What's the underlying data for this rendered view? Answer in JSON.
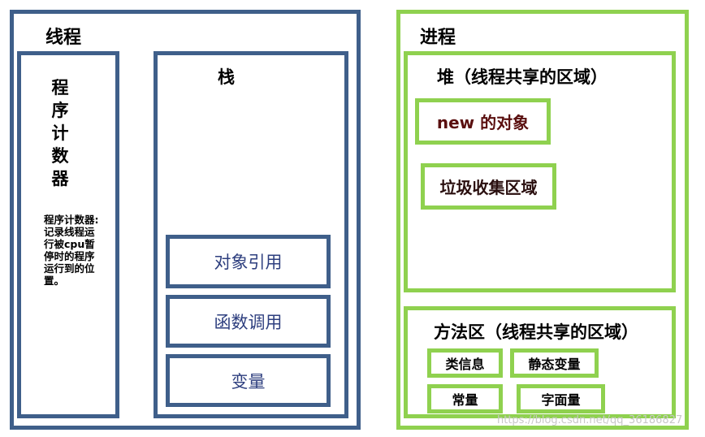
{
  "thread": {
    "title": "线程",
    "pc": {
      "label_chars": [
        "程",
        "序",
        "计",
        "数",
        "器"
      ],
      "note_lines": [
        "程序计数器:",
        "记录线程运",
        "行被cpu暂",
        "停时的程序",
        "运行到的位",
        "置。"
      ]
    },
    "stack": {
      "title": "栈",
      "items": [
        "对象引用",
        "函数调用",
        "变量"
      ]
    }
  },
  "process": {
    "title": "进程",
    "heap": {
      "title": "堆（线程共享的区域）",
      "new_objects": "new 的对象",
      "gc_area": "垃圾收集区域"
    },
    "method_area": {
      "title": "方法区（线程共享的区域）",
      "class_info": "类信息",
      "static_vars": "静态变量",
      "constants": "常量",
      "literals": "字面量"
    }
  },
  "watermark": "https://blog.csdn.net/qq_36186827",
  "colors": {
    "thread_border": "#3f5f8a",
    "process_border": "#8fd14f",
    "stack_text": "#2e3f7f",
    "heap_item_text": "#5a0f0f"
  }
}
